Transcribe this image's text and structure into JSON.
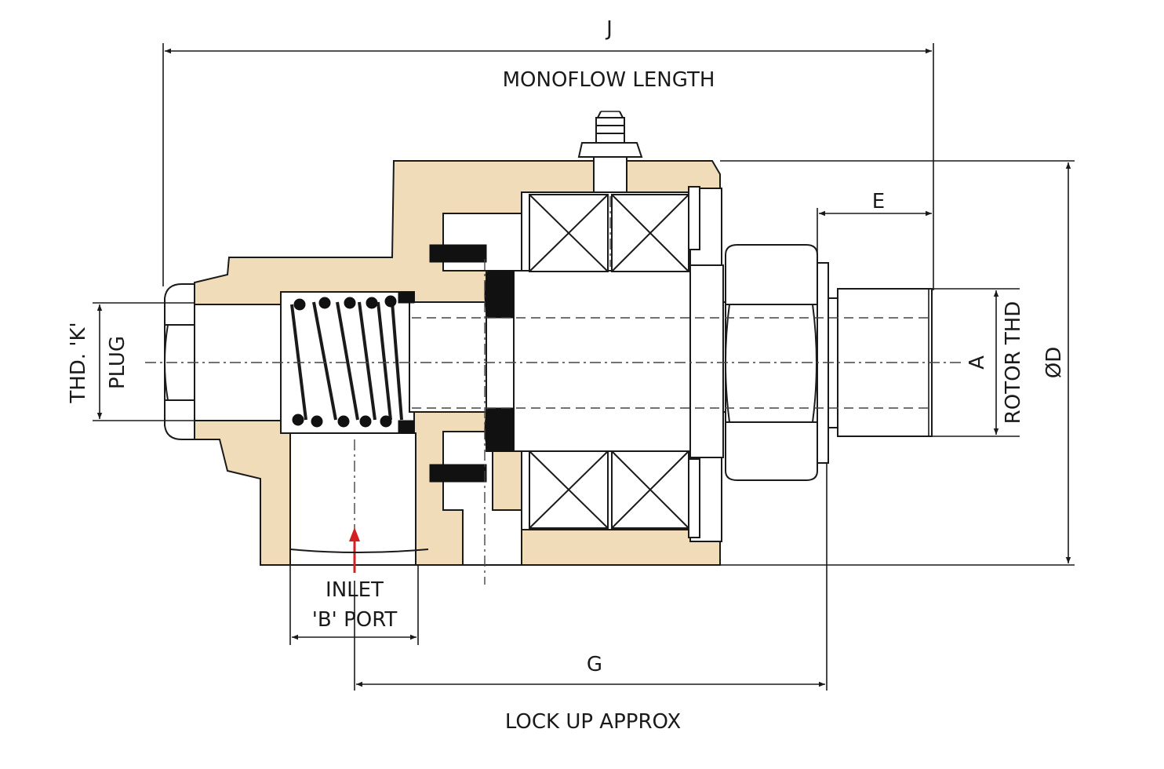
{
  "colors": {
    "housing": "#f0dcb8",
    "outline": "#1a1a1a",
    "inlet_arrow": "#d42020"
  },
  "labels": {
    "dim_j": "J",
    "monoflow_length": "MONOFLOW LENGTH",
    "dim_e": "E",
    "thd_k": "THD. 'K'",
    "plug": "PLUG",
    "dim_a": "A",
    "rotor_thd": "ROTOR THD",
    "od": "ØD",
    "inlet": "INLET",
    "b_port": "'B' PORT",
    "dim_g": "G",
    "lock_up_approx": "LOCK UP APPROX"
  }
}
